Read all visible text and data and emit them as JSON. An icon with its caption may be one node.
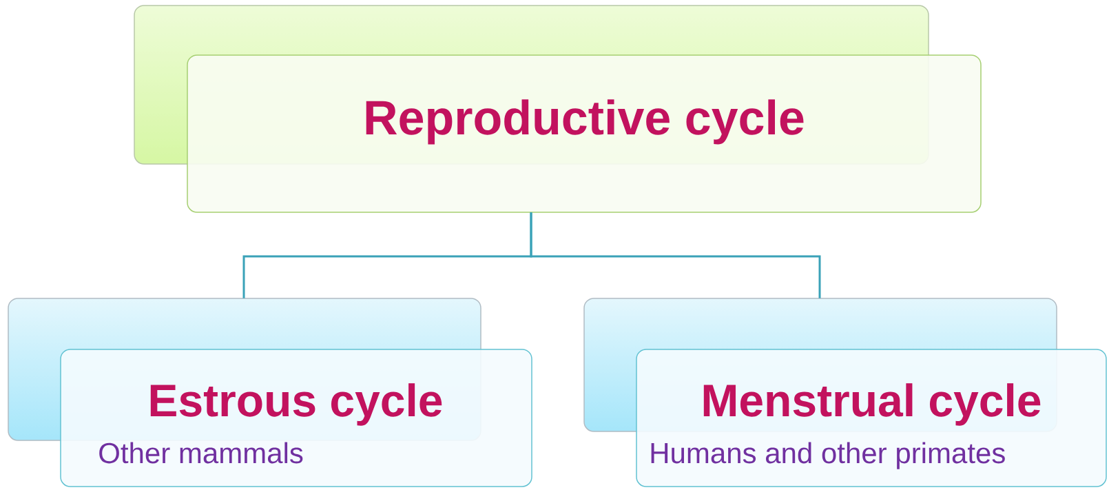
{
  "diagram": {
    "nodes": [
      {
        "text": [
          "Reproductive cycle"
        ]
      },
      {
        "text": [
          "Estrous cycle",
          "Other mammals"
        ]
      },
      {
        "text": [
          "Menstrual cycle",
          "Humans and other primates"
        ]
      }
    ],
    "edges": [
      {
        "from": 0,
        "to": 1,
        "arrow": "none"
      },
      {
        "from": 0,
        "to": 2,
        "arrow": "none"
      }
    ]
  }
}
